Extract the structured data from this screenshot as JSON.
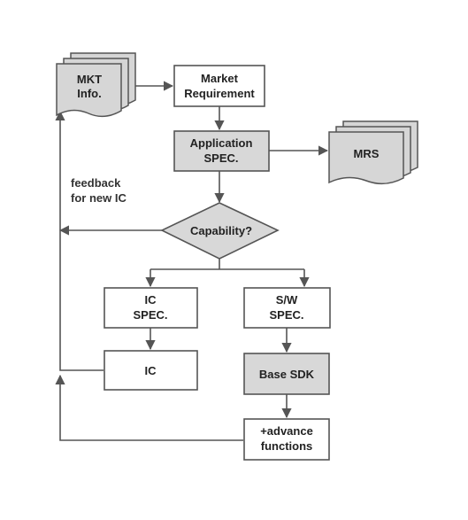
{
  "nodes": {
    "mkt_info": [
      "MKT",
      "Info."
    ],
    "market_requirement": [
      "Market",
      "Requirement"
    ],
    "application_spec": [
      "Application",
      "SPEC."
    ],
    "mrs": [
      "MRS"
    ],
    "capability": [
      "Capability?"
    ],
    "ic_spec": [
      "IC",
      "SPEC."
    ],
    "sw_spec": [
      "S/W",
      "SPEC."
    ],
    "ic": [
      "IC"
    ],
    "base_sdk": [
      "Base SDK"
    ],
    "advance_functions": [
      "+advance",
      "functions"
    ]
  },
  "feedback_label": [
    "feedback",
    "for new IC"
  ],
  "colors": {
    "stroke": "#555555",
    "document_fill": "#d6d6d6",
    "shaded_box_fill": "#d8d8d8",
    "text": "#222222"
  }
}
